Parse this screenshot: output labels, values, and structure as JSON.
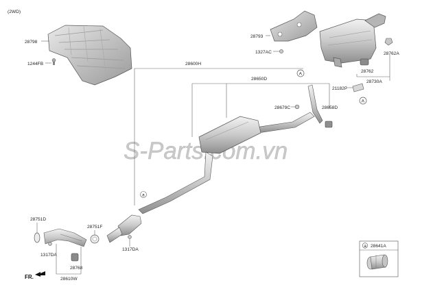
{
  "variant": "(2WD)",
  "watermark": "S-Parts.com.vn",
  "front_indicator": "FR.",
  "callout_a": "A",
  "callout_small_a": "a",
  "detail_box": {
    "marker": "a",
    "label": "28641A"
  },
  "parts": {
    "p28798": "28798",
    "p1244FB": "1244FB",
    "p28793": "28793",
    "p1327AC": "1327AC",
    "p28762A": "28762A",
    "p28762": "28762",
    "p21182P": "21182P",
    "p28730A": "28730A",
    "p28600H": "28600H",
    "p28650D": "28650D",
    "p28679C": "28679C",
    "p28658D": "28658D",
    "p28751D": "28751D",
    "p28751F": "28751F",
    "p1317DA_left": "1317DA",
    "p1317DA_mid": "1317DA",
    "p28768": "28768",
    "p28610W": "28610W"
  }
}
